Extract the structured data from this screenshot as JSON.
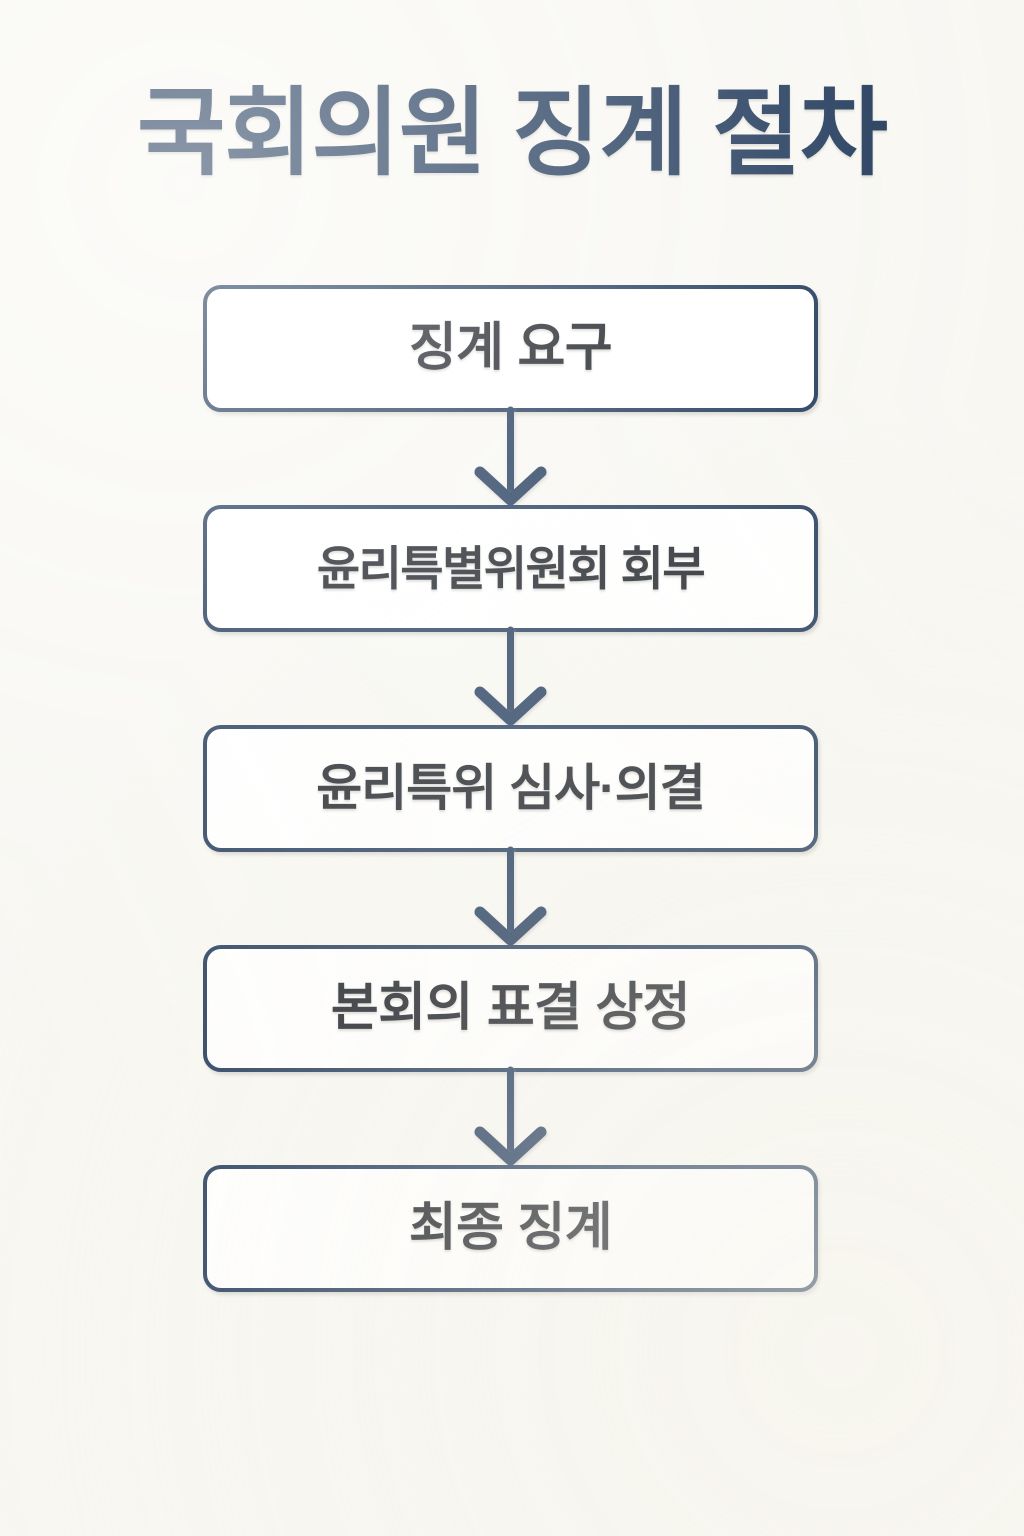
{
  "page": {
    "title": "국회의원 징계 절차",
    "background_color": "#F8F7F2",
    "title_color": "#1B3456",
    "node_border_color": "#1C3557",
    "node_fill_color": "#FFFFFF",
    "node_text_color": "#14181F",
    "arrow_color": "#1C3557"
  },
  "flowchart": {
    "type": "vertical-flow",
    "orientation": "top-to-bottom",
    "step_count": 5,
    "connector_count": 4,
    "steps": [
      {
        "index": 1,
        "label": "징계 요구"
      },
      {
        "index": 2,
        "label": "윤리특별위원회 회부"
      },
      {
        "index": 3,
        "label": "윤리특위 심사·의결"
      },
      {
        "index": 4,
        "label": "본회의 표결 상정"
      },
      {
        "index": 5,
        "label": "최종 징계"
      }
    ],
    "connectors": [
      {
        "from": "징계 요구",
        "to": "윤리특별위원회 회부",
        "glyph": "down-arrow"
      },
      {
        "from": "윤리특별위원회 회부",
        "to": "윤리특위 심사·의결",
        "glyph": "down-arrow"
      },
      {
        "from": "윤리특위 심사·의결",
        "to": "본회의 표결 상정",
        "glyph": "down-arrow"
      },
      {
        "from": "본회의 표결 상정",
        "to": "최종 징계",
        "glyph": "down-arrow"
      }
    ]
  }
}
